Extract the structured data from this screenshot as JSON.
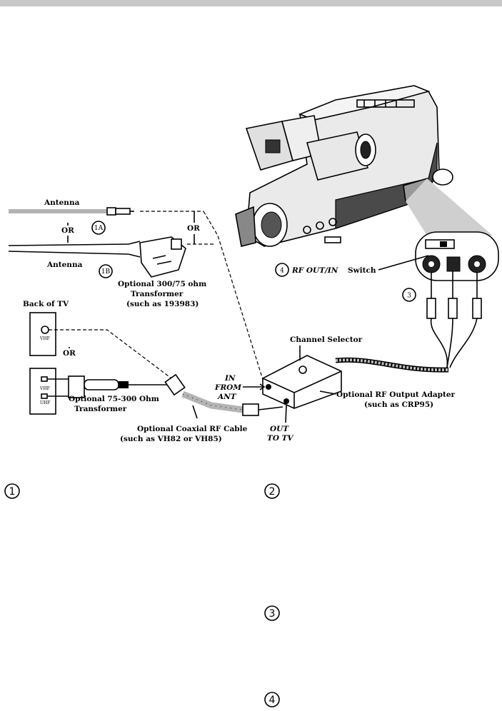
{
  "labels": {
    "antenna_1": "Antenna",
    "or_1": "OR",
    "or_2": "OR",
    "antenna_2": "Antenna",
    "badge_1a": "1A",
    "badge_1b": "1B",
    "transformer_300_75_l1": "Optional 300/75 ohm",
    "transformer_300_75_l2": "Transformer",
    "transformer_300_75_l3": "(such as 193983)",
    "back_of_tv": "Back of TV",
    "or_tv": "OR",
    "vhf_1": "VHF",
    "vhf_2": "VHF",
    "uhf": "UHF",
    "transformer_75_300_l1": "Optional 75-300 Ohm",
    "transformer_75_300_l2": "Transformer",
    "coax_cable_l1": "Optional Coaxial RF Cable",
    "coax_cable_l2": "(such as VH82 or VH85)",
    "in_from_ant_l1": "IN",
    "in_from_ant_l2": "FROM",
    "in_from_ant_l3": "ANT",
    "out_to_tv_l1": "OUT",
    "out_to_tv_l2": "TO TV",
    "channel_selector": "Channel Selector",
    "rf_adapter_l1": "Optional RF Output Adapter",
    "rf_adapter_l2": "(such as CRP95)",
    "rf_switch_num": "4",
    "rf_switch_label_a": "RF OUT/IN",
    "rf_switch_label_b": " Switch",
    "badge_3": "3"
  },
  "steps": [
    "1",
    "2",
    "3",
    "4"
  ],
  "colors": {
    "ink": "#000000",
    "gray": "#b4b4b4",
    "camcorder": "#eaeaea",
    "topbar": "#c8c8c8"
  }
}
